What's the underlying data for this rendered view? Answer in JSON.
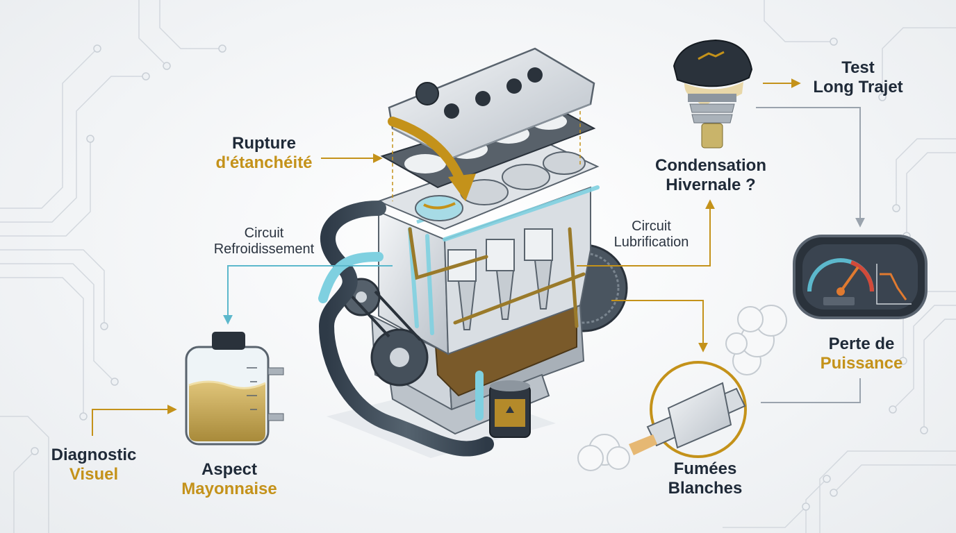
{
  "labels": {
    "rupture": {
      "line1": "Rupture",
      "line2": "d'étanchéité"
    },
    "condensation": {
      "line1": "Condensation",
      "line2": "Hivernale ?"
    },
    "test": {
      "line1": "Test",
      "line2": "Long Trajet"
    },
    "circuit_refroid": {
      "line1": "Circuit",
      "line2": "Refroidissement"
    },
    "circuit_lubri": {
      "line1": "Circuit",
      "line2": "Lubrification"
    },
    "perte": {
      "line1": "Perte de",
      "line2": "Puissance"
    },
    "fumees": {
      "line1": "Fumées",
      "line2": "Blanches"
    },
    "diagnostic": {
      "line1": "Diagnostic",
      "line2": "Visuel"
    },
    "aspect": {
      "line1": "Aspect",
      "line2": "Mayonnaise"
    }
  },
  "colors": {
    "accent_gold": "#c4921a",
    "coolant_blue": "#7fd0e0",
    "oil_brown": "#8a6a2a",
    "text_dark": "#1f2a38"
  }
}
